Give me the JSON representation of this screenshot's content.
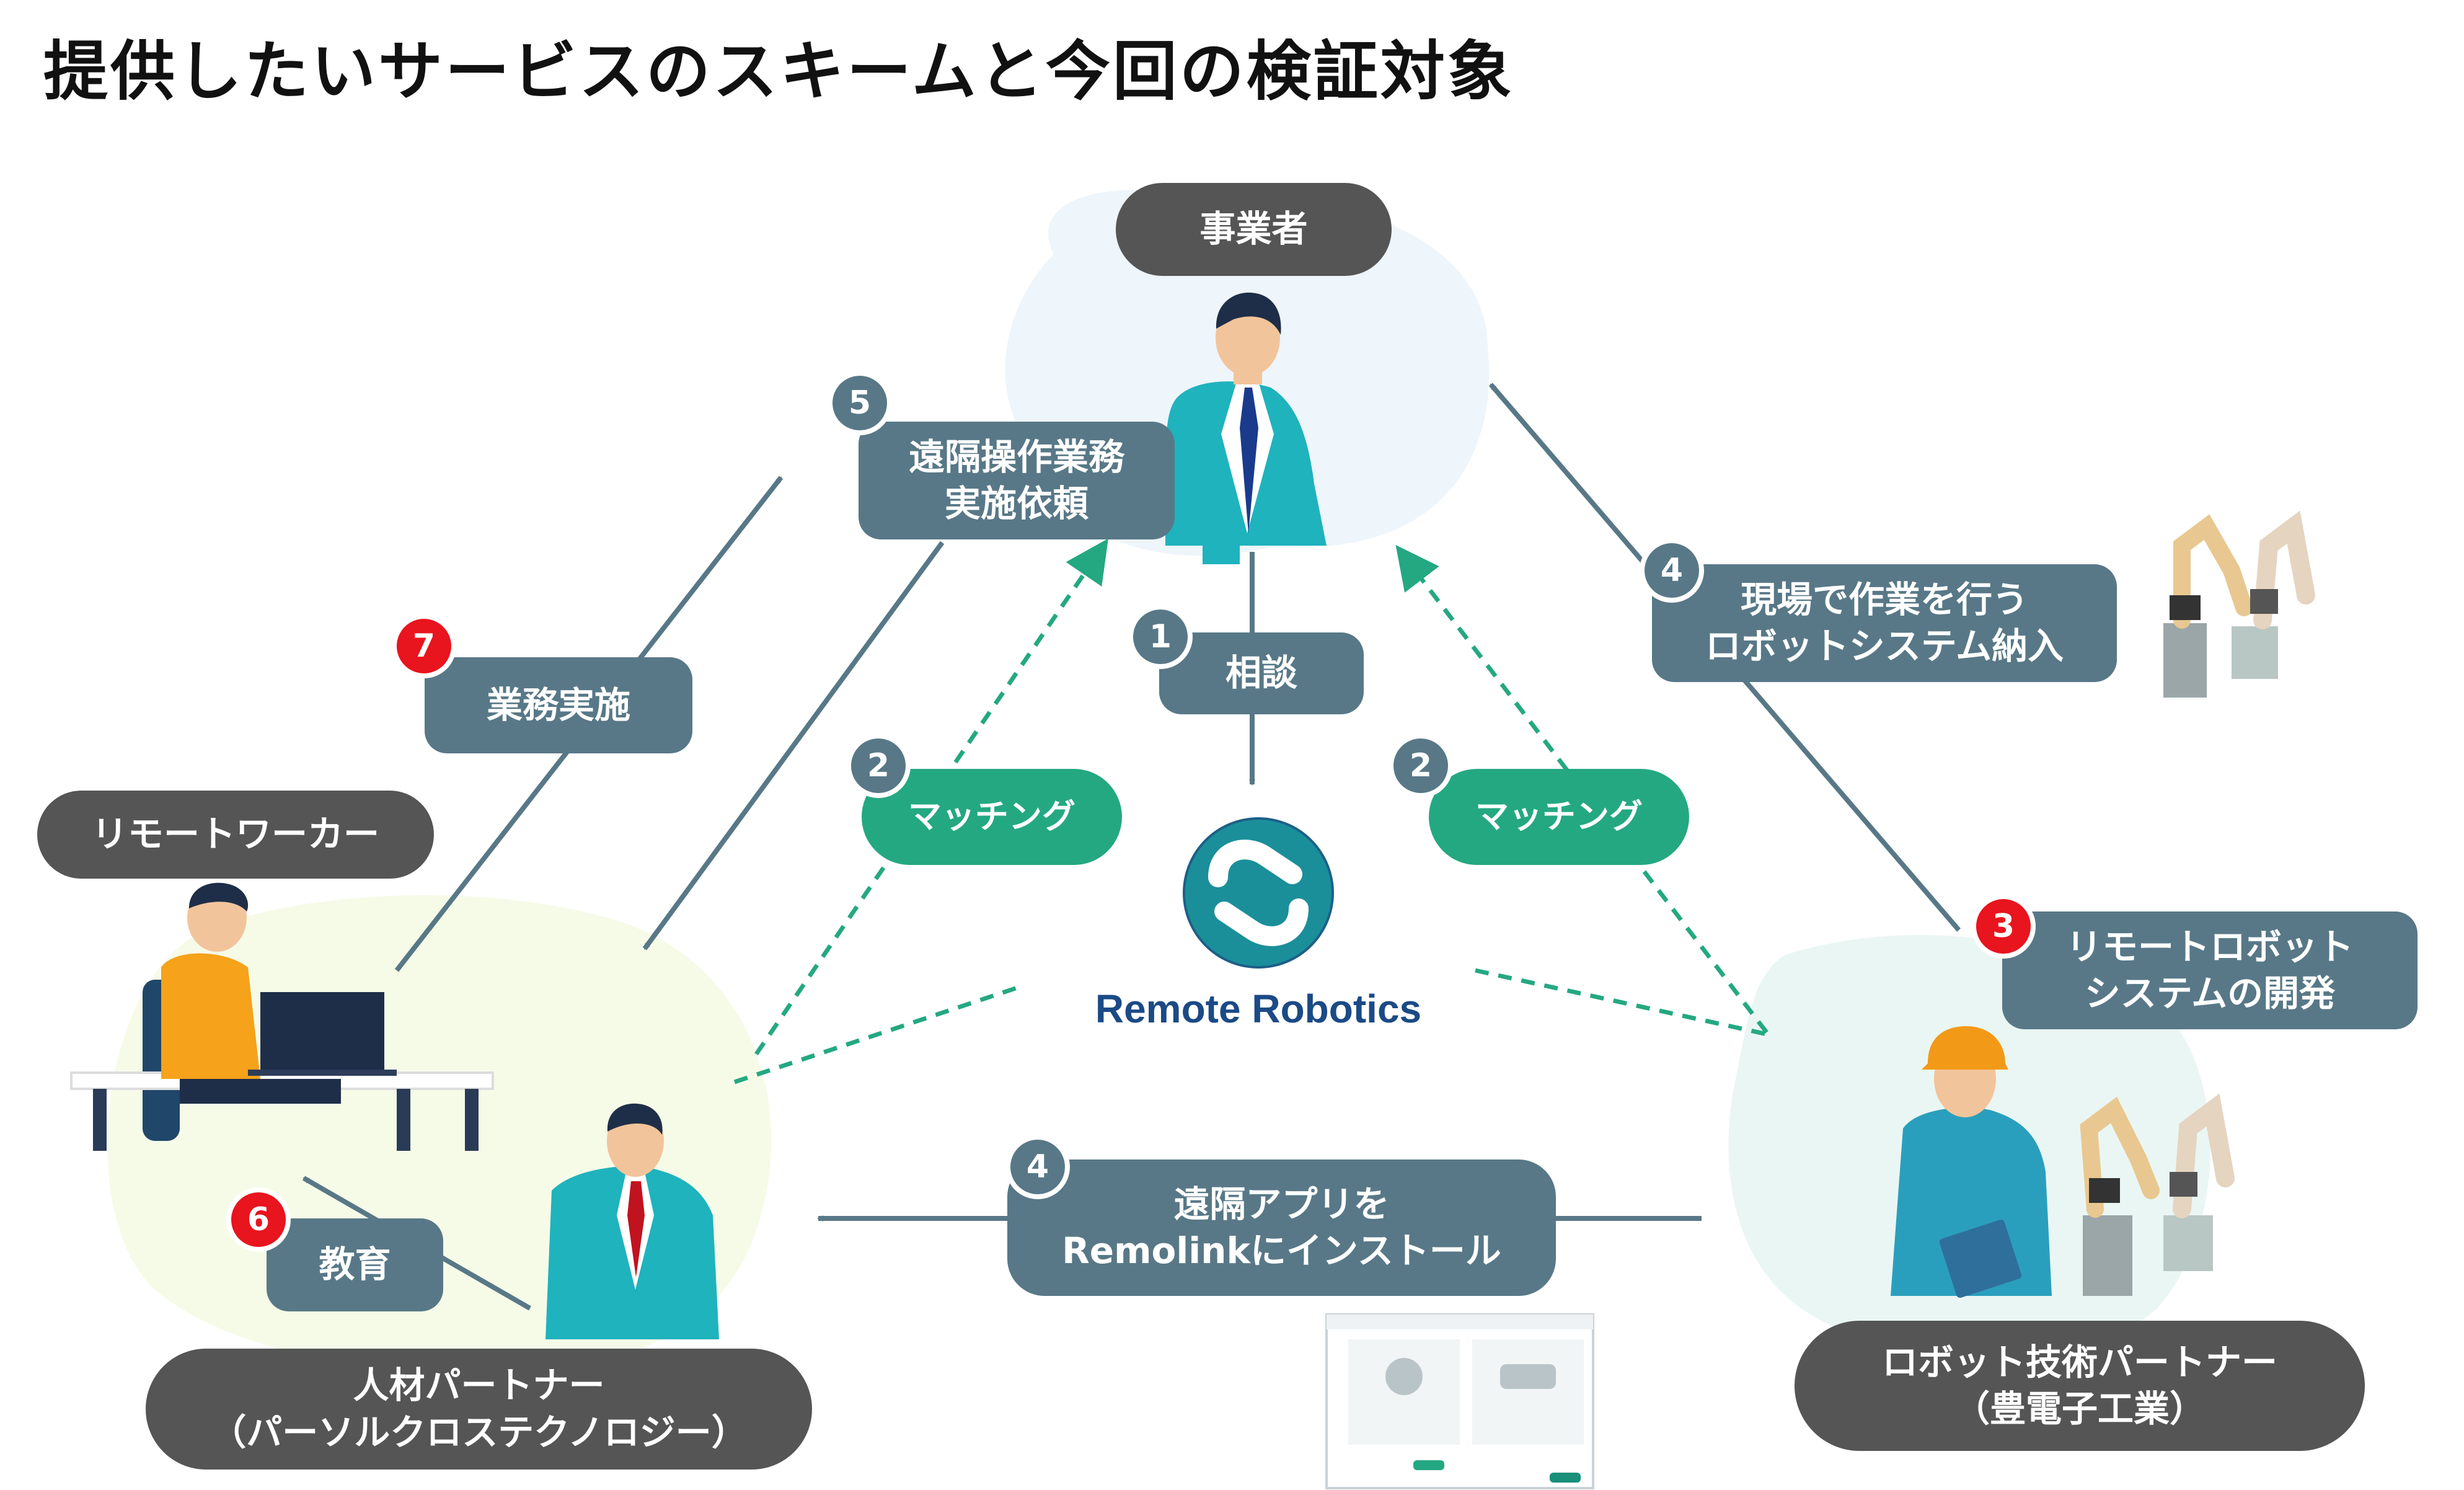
{
  "title": "提供したいサービスのスキームと今回の検証対象",
  "actors": {
    "business": "事業者",
    "remote_worker": "リモートワーカー",
    "hr_partner": "人材パートナー\n（パーソルクロステクノロジー）",
    "robot_partner": "ロボット技術パートナー\n（豊電子工業）"
  },
  "steps": {
    "consult": {
      "number": "1",
      "label": "相談"
    },
    "matching_left": {
      "number": "2",
      "label": "マッチング"
    },
    "matching_right": {
      "number": "2",
      "label": "マッチング"
    },
    "develop": {
      "number": "3",
      "label": "リモートロボット\nシステムの開発"
    },
    "deliver": {
      "number": "4",
      "label": "現場で作業を行う\nロボットシステム納入"
    },
    "install": {
      "number": "4",
      "label": "遠隔アプリを\nRemolinkにインストール"
    },
    "request": {
      "number": "5",
      "label": "遠隔操作業務\n実施依頼"
    },
    "educate": {
      "number": "6",
      "label": "教育"
    },
    "perform": {
      "number": "7",
      "label": "業務実施"
    }
  },
  "logo": {
    "text": "Remote Robotics"
  },
  "colors": {
    "slate": "#587887",
    "green": "#24a882",
    "red": "#e8141e",
    "dark": "#555555",
    "brand_blue": "#1b4a86"
  }
}
